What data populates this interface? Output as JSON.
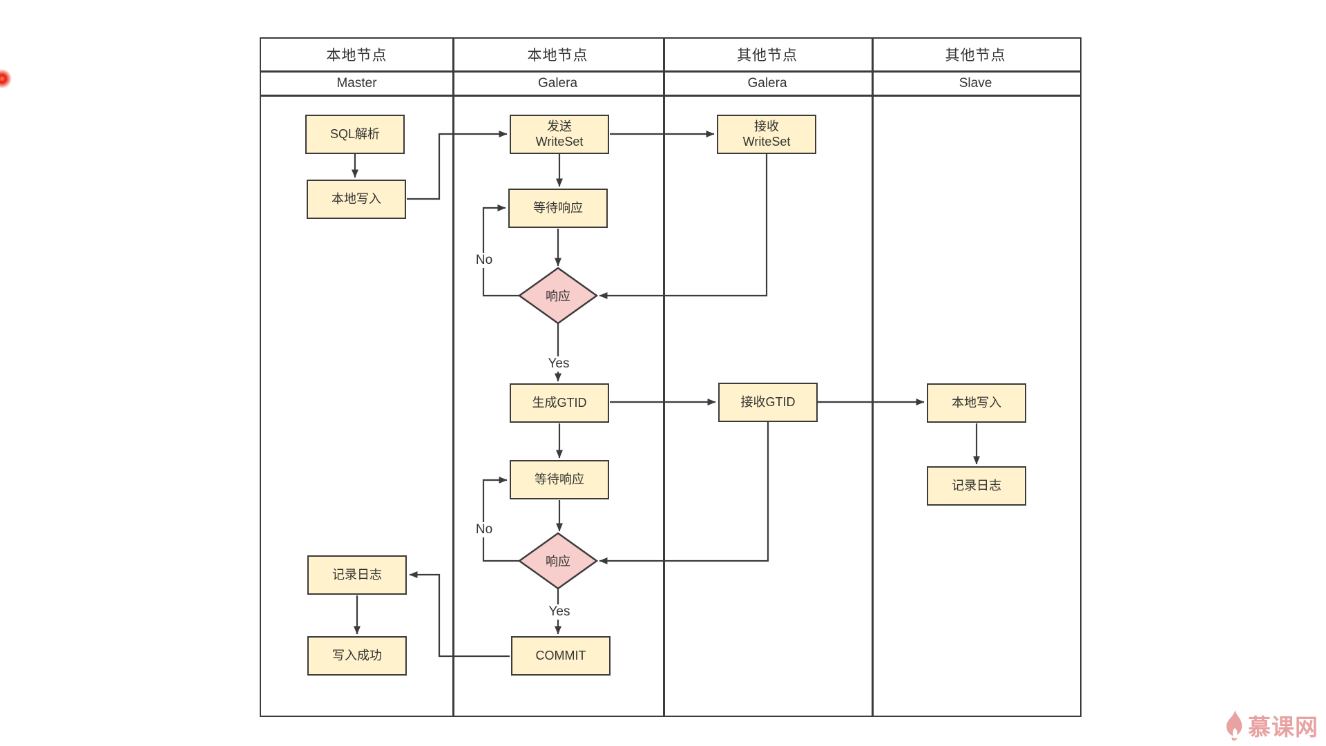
{
  "diagram": {
    "lanes": [
      {
        "type": "本地节点",
        "name": "Master"
      },
      {
        "type": "本地节点",
        "name": "Galera"
      },
      {
        "type": "其他节点",
        "name": "Galera"
      },
      {
        "type": "其他节点",
        "name": "Slave"
      }
    ],
    "nodes": {
      "sql_parse": "SQL解析",
      "local_write_master": "本地写入",
      "log_master": "记录日志",
      "write_success": "写入成功",
      "send_writeset": {
        "line1": "发送",
        "line2": "WriteSet"
      },
      "wait_response_1": "等待响应",
      "decision_1": "响应",
      "gen_gtid": "生成GTID",
      "wait_response_2": "等待响应",
      "decision_2": "响应",
      "commit": "COMMIT",
      "recv_writeset": {
        "line1": "接收",
        "line2": "WriteSet"
      },
      "recv_gtid": "接收GTID",
      "local_write_slave": "本地写入",
      "log_slave": "记录日志"
    },
    "edge_labels": {
      "no_1": "No",
      "yes_1": "Yes",
      "no_2": "No",
      "yes_2": "Yes"
    },
    "colors": {
      "node_fill": "#fff2cc",
      "decision_fill": "#f8cecc",
      "stroke": "#3b3b3b",
      "watermark": "#e9a2a2"
    }
  },
  "watermark": {
    "text": "慕课网"
  }
}
